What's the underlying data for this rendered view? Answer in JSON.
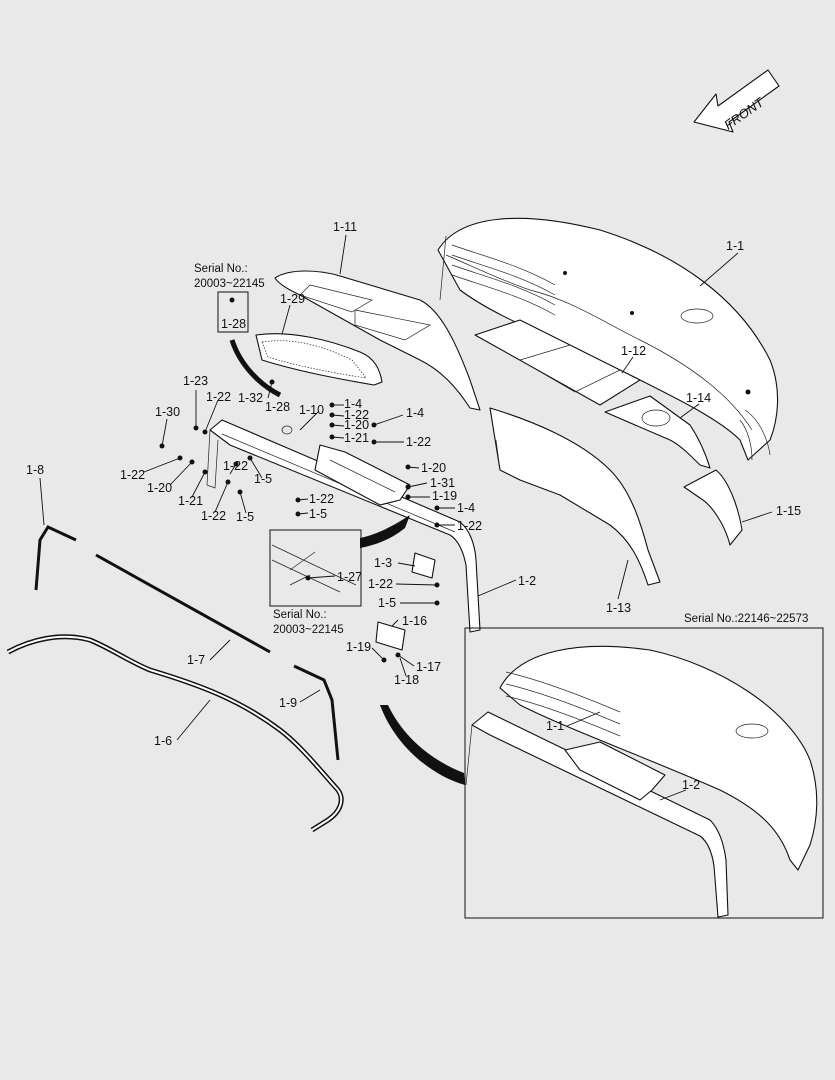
{
  "front_label": "FRONT",
  "serial_notes": {
    "top_left": [
      "Serial No.:",
      "20003~22145"
    ],
    "mid_box": [
      "Serial No.:",
      "20003~22145"
    ],
    "inset": "Serial No.:22146~22573"
  },
  "callouts": {
    "c1_1": "1-1",
    "c1_11": "1-11",
    "c1_12": "1-12",
    "c1_14": "1-14",
    "c1_15": "1-15",
    "c1_13": "1-13",
    "c1_29": "1-29",
    "c1_28a": "1-28",
    "c1_28b": "1-28",
    "c1_32": "1-32",
    "c1_23": "1-23",
    "c1_30": "1-30",
    "c1_22a": "1-22",
    "c1_22b": "1-22",
    "c1_22c": "1-22",
    "c1_22d": "1-22",
    "c1_20a": "1-20",
    "c1_21a": "1-21",
    "c1_5a": "1-5",
    "c1_5b": "1-5",
    "c1_10": "1-10",
    "c1_4a": "1-4",
    "c1_22e": "1-22",
    "c1_20b": "1-20",
    "c1_21b": "1-21",
    "c1_4b": "1-4",
    "c1_22f": "1-22",
    "c1_20c": "1-20",
    "c1_31": "1-31",
    "c1_19a": "1-19",
    "c1_4c": "1-4",
    "c1_22g": "1-22",
    "c1_22h": "1-22",
    "c1_5c": "1-5",
    "c1_3": "1-3",
    "c1_22i": "1-22",
    "c1_5d": "1-5",
    "c1_2a": "1-2",
    "c1_27": "1-27",
    "c1_16": "1-16",
    "c1_19b": "1-19",
    "c1_17": "1-17",
    "c1_18": "1-18",
    "c1_8": "1-8",
    "c1_7": "1-7",
    "c1_6": "1-6",
    "c1_9": "1-9",
    "c1_1i": "1-1",
    "c1_2i": "1-2"
  }
}
